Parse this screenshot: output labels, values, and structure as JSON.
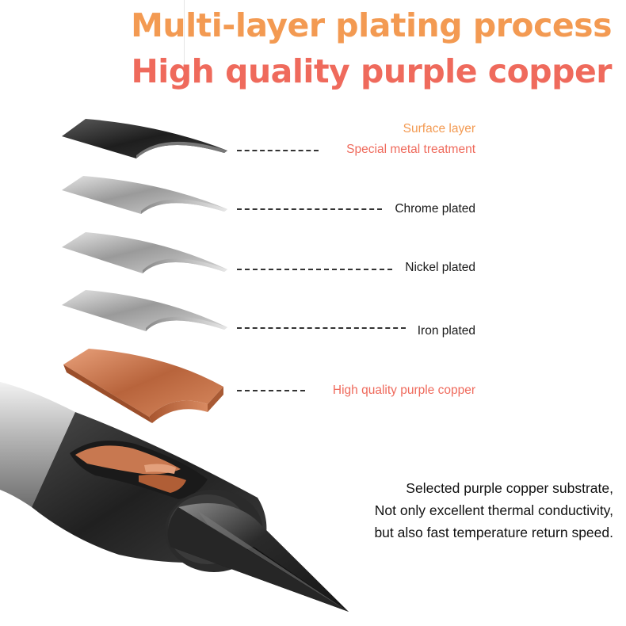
{
  "header": {
    "title_line1": "Multi-layer plating process",
    "title_line2": "High quality purple copper"
  },
  "layers": [
    {
      "line1": "Surface layer",
      "line2": "Special metal treatment"
    },
    {
      "label": "Chrome plated"
    },
    {
      "label": "Nickel plated"
    },
    {
      "label": "Iron plated"
    },
    {
      "label": "High quality purple copper"
    }
  ],
  "description": [
    "Selected purple copper substrate,",
    "Not only excellent thermal conductivity,",
    "but also fast temperature return speed."
  ],
  "colors": {
    "title_orange": "#f39a52",
    "title_salmon": "#ef6a5c",
    "copper": "#c87850"
  }
}
